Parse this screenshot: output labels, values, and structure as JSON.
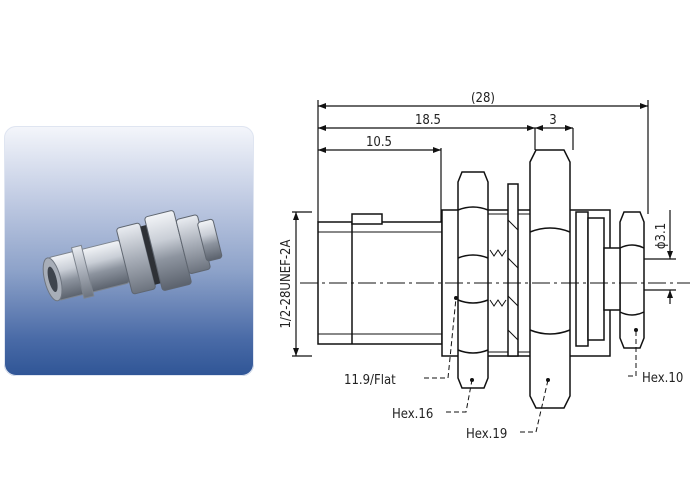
{
  "photo": {
    "background_top": "#f4f6fb",
    "background_bottom": "#2f5596"
  },
  "drawing": {
    "dims": {
      "overall": "(28)",
      "body": "18.5",
      "front": "10.5",
      "nut": "3",
      "thread": "1/2-28UNEF-2A",
      "pin": "ϕ3.1"
    },
    "callouts": {
      "flat": "11.9/Flat",
      "hex16": "Hex.16",
      "hex19": "Hex.19",
      "hex10": "Hex.10"
    }
  }
}
